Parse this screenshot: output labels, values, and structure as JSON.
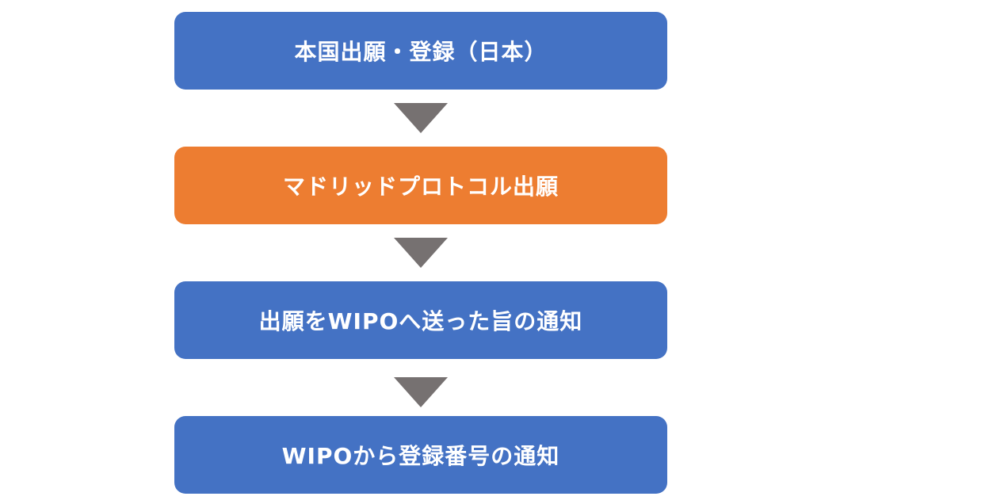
{
  "colors": {
    "primary_step": "#4472C4",
    "highlight_step": "#ED7D31",
    "arrow": "#767171",
    "text": "#FFFFFF"
  },
  "flow": {
    "steps": [
      {
        "label": "本国出願・登録（日本）",
        "color": "#4472C4"
      },
      {
        "label": "マドリッドプロトコル出願",
        "color": "#ED7D31"
      },
      {
        "label": "出願をWIPOへ送った旨の通知",
        "color": "#4472C4"
      },
      {
        "label": "WIPOから登録番号の通知",
        "color": "#4472C4"
      }
    ],
    "connector_icon": "down-triangle-icon"
  }
}
